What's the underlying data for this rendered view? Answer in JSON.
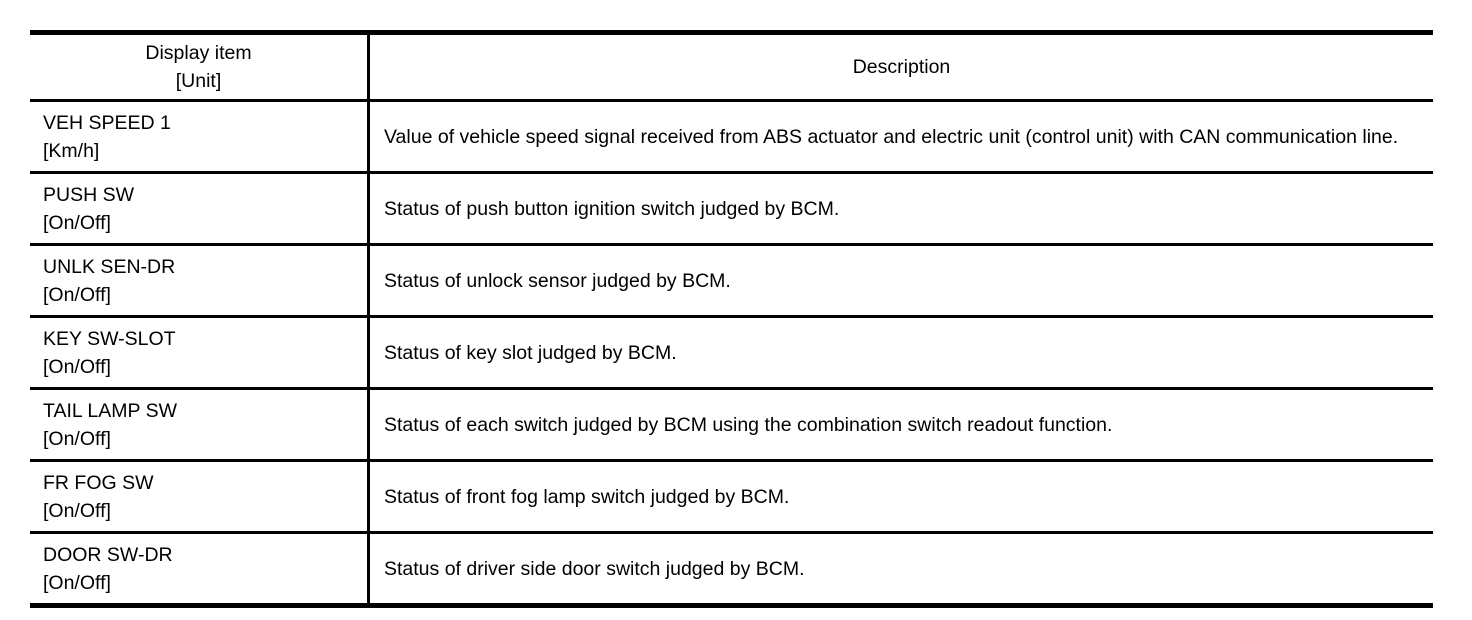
{
  "document": {
    "colors": {
      "background": "#ffffff",
      "border": "#000000",
      "text": "#000000"
    },
    "table": {
      "header": {
        "display_item_line1": "Display item",
        "display_item_line2": "[Unit]",
        "description": "Description"
      },
      "rows": [
        {
          "item": "VEH SPEED 1",
          "unit": "[Km/h]",
          "description": "Value of vehicle speed signal received from ABS actuator and electric unit (control unit) with CAN communication line."
        },
        {
          "item": "PUSH SW",
          "unit": "[On/Off]",
          "description": "Status of push button ignition switch judged by BCM."
        },
        {
          "item": "UNLK SEN-DR",
          "unit": "[On/Off]",
          "description": "Status of unlock sensor judged by BCM."
        },
        {
          "item": "KEY SW-SLOT",
          "unit": "[On/Off]",
          "description": "Status of key slot judged by BCM."
        },
        {
          "item": "TAIL LAMP SW",
          "unit": "[On/Off]",
          "description": "Status of each switch judged by BCM using the combination switch readout function."
        },
        {
          "item": "FR FOG SW",
          "unit": "[On/Off]",
          "description": "Status of front fog lamp switch judged by BCM."
        },
        {
          "item": "DOOR SW-DR",
          "unit": "[On/Off]",
          "description": "Status of driver side door switch judged by BCM."
        }
      ]
    }
  }
}
